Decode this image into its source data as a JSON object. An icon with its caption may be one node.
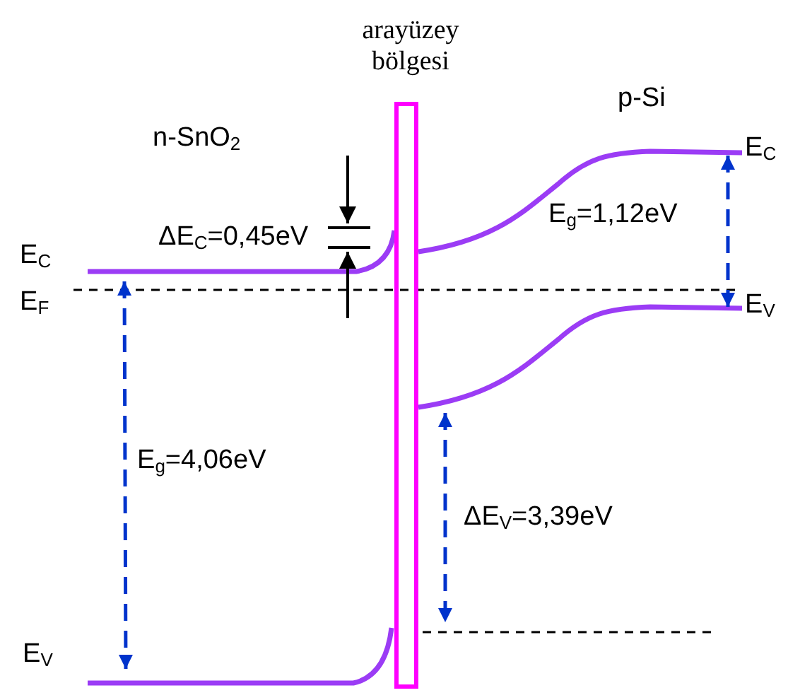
{
  "diagram": {
    "nodes": [
      {
        "text": [
          "arayüzey bölgesi"
        ]
      }
    ],
    "labels": [
      "n-SnO$_{2}$",
      "p-Si",
      "E$_{C}$",
      "ΔE$_{C}$=0,45eV",
      "E$_{g}$=1,12eV",
      "E$_{C}$",
      "E$_{F}$",
      "E$_{V}$",
      "E$_{g}$=4,06eV",
      "ΔE$_{V}$=3,39eV",
      "E$_{V}$"
    ]
  }
}
